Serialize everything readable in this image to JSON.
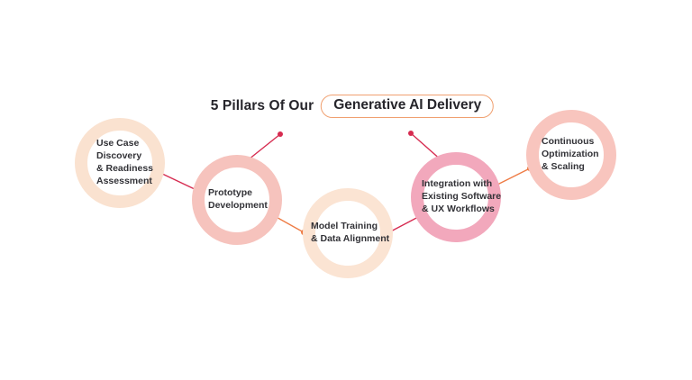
{
  "title": {
    "prefix": "5 Pillars Of Our",
    "badge": "Generative AI Delivery"
  },
  "pillars": [
    {
      "name": "use-case-discovery",
      "lines": [
        "Use Case",
        "Discovery",
        "& Readiness",
        "Assessment"
      ],
      "ring_color": "#fae2d0"
    },
    {
      "name": "prototype-development",
      "lines": [
        "Prototype",
        "Development"
      ],
      "ring_color": "#f6c3bd"
    },
    {
      "name": "model-training",
      "lines": [
        "Model Training",
        "& Data Alignment"
      ],
      "ring_color": "#fbe4d3"
    },
    {
      "name": "integration-workflows",
      "lines": [
        "Integration with",
        "Existing Software",
        "& UX Workflows"
      ],
      "ring_color": "#f2a8bc"
    },
    {
      "name": "continuous-optimization",
      "lines": [
        "Continuous",
        "Optimization",
        "& Scaling"
      ],
      "ring_color": "#f8c5be"
    }
  ],
  "colors": {
    "connector_red": "#d62b50",
    "connector_orange": "#ee7c45",
    "badge_border": "#f0a070",
    "text": "#323237",
    "title_text": "#26252b"
  }
}
